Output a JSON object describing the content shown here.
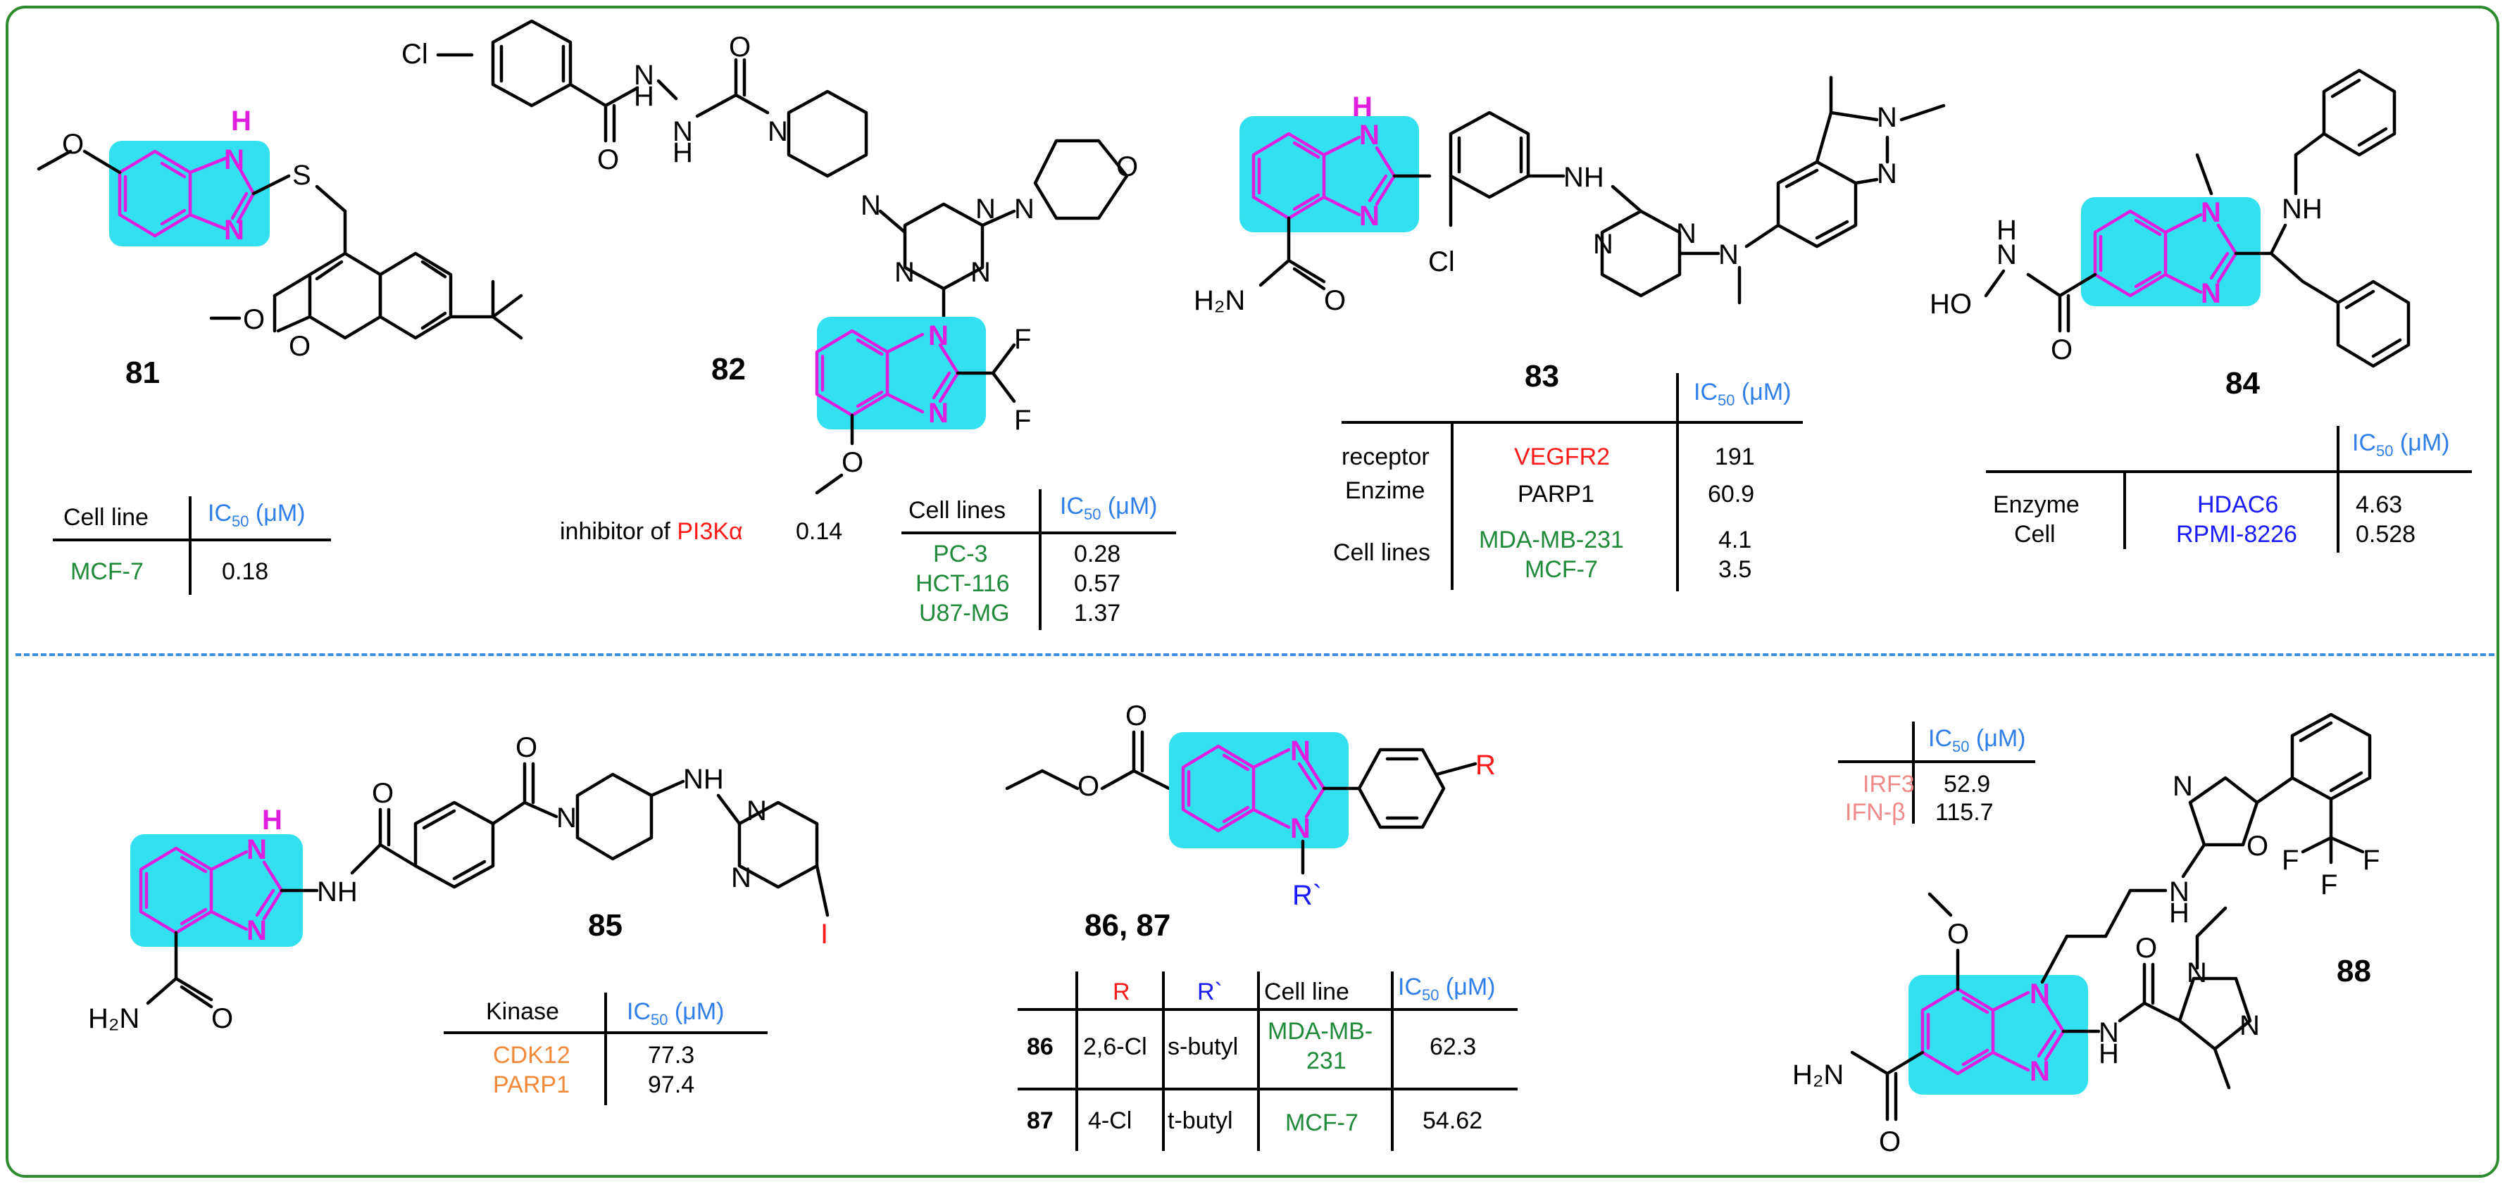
{
  "compounds": {
    "c81": {
      "label": "81",
      "table": {
        "h1": "Cell line",
        "h2": "IC",
        "sub": "50",
        "unit": " (μM)",
        "row1": "MCF-7",
        "val1": "0.18"
      }
    },
    "c82": {
      "label": "82",
      "inhibitor_prefix": "inhibitor of ",
      "inhibitor_target": "PI3Kα",
      "inhibitor_value": "0.14",
      "table": {
        "h1": "Cell lines",
        "h2": "IC",
        "sub": "50",
        "unit": " (μM)",
        "rows": [
          {
            "name": "PC-3",
            "val": "0.28"
          },
          {
            "name": "HCT-116",
            "val": "0.57"
          },
          {
            "name": "U87-MG",
            "val": "1.37"
          }
        ]
      }
    },
    "c83": {
      "label": "83",
      "table": {
        "h2": "IC",
        "sub": "50",
        "unit": " (μM)",
        "r1_type": "receptor",
        "r1_name": "VEGFR2",
        "r1_val": "191",
        "r2_type": "Enzime",
        "r2_name": "PARP1",
        "r2_val": "60.9",
        "r3_type": "Cell lines",
        "r3_name": "MDA-MB-231",
        "r3_val": "4.1",
        "r4_name": "MCF-7",
        "r4_val": "3.5"
      }
    },
    "c84": {
      "label": "84",
      "table": {
        "h2": "IC",
        "sub": "50",
        "unit": " (μM)",
        "r1_type": "Enzyme",
        "r1_name": "HDAC6",
        "r1_val": "4.63",
        "r2_type": "Cell",
        "r2_name": "RPMI-8226",
        "r2_val": "0.528"
      }
    },
    "c85": {
      "label": "85",
      "table": {
        "h1": "Kinase",
        "h2": "IC",
        "sub": "50",
        "unit": " (μM)",
        "rows": [
          {
            "name": "CDK12",
            "val": "77.3"
          },
          {
            "name": "PARP1",
            "val": "97.4"
          }
        ]
      }
    },
    "c8687": {
      "label": "86, 87",
      "table": {
        "hR": "R",
        "hR2": "R`",
        "hCell": "Cell line",
        "h2": "IC",
        "sub": "50",
        "unit": " (μM)",
        "r86_id": "86",
        "r86_R": "2,6-Cl",
        "r86_R2": "s-butyl",
        "r86_cell_a": "MDA-MB-",
        "r86_cell_b": "231",
        "r86_val": "62.3",
        "r87_id": "87",
        "r87_R": "4-Cl",
        "r87_R2": "t-butyl",
        "r87_cell": "MCF-7",
        "r87_val": "54.62"
      }
    },
    "c88": {
      "label": "88",
      "table": {
        "h2": "IC",
        "sub": "50",
        "unit": " (μM)",
        "rows": [
          {
            "name": "IRF3",
            "val": "52.9"
          },
          {
            "name": "IFN-β",
            "val": "115.7"
          }
        ]
      }
    }
  },
  "atoms": {
    "H": "H",
    "N": "N",
    "NH": "NH",
    "S": "S",
    "O": "O",
    "Cl": "Cl",
    "F": "F",
    "I": "I",
    "H2N": "H₂N",
    "HO": "HO",
    "R": "R",
    "Rp": "R`"
  },
  "colors": {
    "frame": "#2e8b2e",
    "divider": "#3a8fe0",
    "highlight": "#33e0f0",
    "core_bonds": "#e01ee0",
    "ic50": "#2f7fe8"
  }
}
